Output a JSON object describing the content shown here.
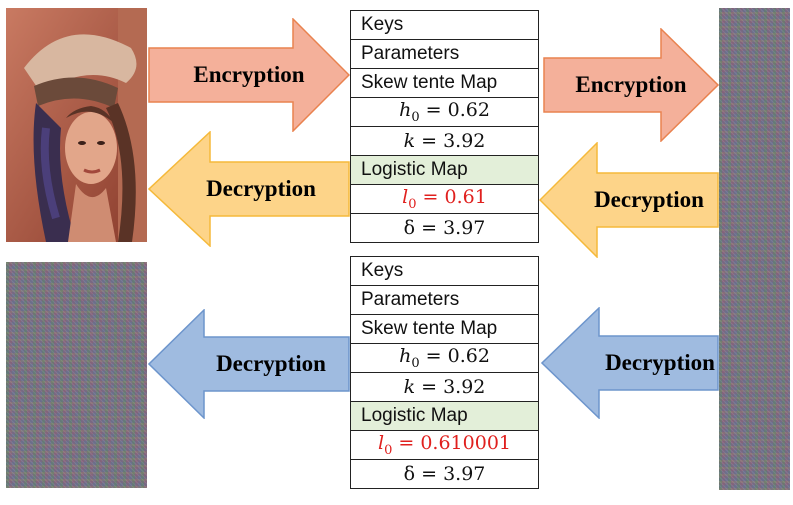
{
  "arrows": {
    "encryption_label": "Encryption",
    "decryption_label": "Decryption"
  },
  "table_top": {
    "keys": "Keys",
    "parameters": "Parameters",
    "map1": "Skew tente Map",
    "h0_var": "h",
    "h0_sub": "0",
    "h0_rest": " = 0.62",
    "k_var": "k",
    "k_rest": " = 3.92",
    "map2": "Logistic Map",
    "l0_var": "l",
    "l0_sub": "0",
    "l0_rest": " = 0.61",
    "delta": "δ = 3.97"
  },
  "table_bottom": {
    "keys": "Keys",
    "parameters": "Parameters",
    "map1": "Skew tente Map",
    "h0_var": "h",
    "h0_sub": "0",
    "h0_rest": " = 0.62",
    "k_var": "k",
    "k_rest": " = 3.92",
    "map2": "Logistic Map",
    "l0_var": "l",
    "l0_sub": "0",
    "l0_rest": " = 0.610001",
    "delta": "δ = 3.97"
  },
  "colors": {
    "encrypt_fill": "#f4b09a",
    "encrypt_stroke": "#e9824f",
    "decrypt_yellow_fill": "#fdd489",
    "decrypt_yellow_stroke": "#f5b93a",
    "decrypt_blue_fill": "#9fbbe0",
    "decrypt_blue_stroke": "#6d95cc",
    "highlight_red": "#e0201e",
    "logistic_row_bg": "#e3efd9"
  }
}
